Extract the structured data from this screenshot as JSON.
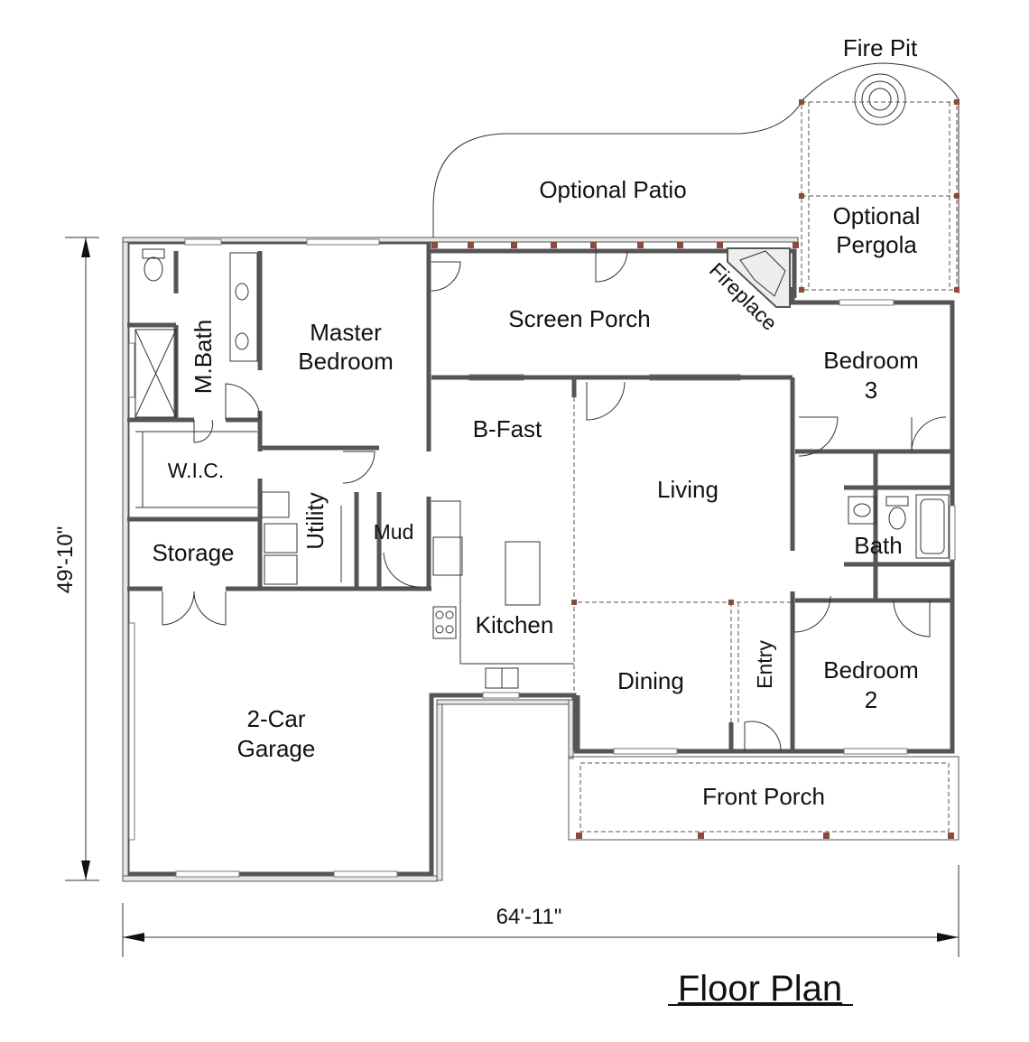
{
  "title": "Floor Plan",
  "dimensions": {
    "depth": "49'-10\"",
    "width": "64'-11\""
  },
  "rooms": {
    "fire_pit": "Fire Pit",
    "optional_patio": "Optional Patio",
    "optional_pergola_line1": "Optional",
    "optional_pergola_line2": "Pergola",
    "screen_porch": "Screen Porch",
    "fireplace": "Fireplace",
    "master_bedroom_line1": "Master",
    "master_bedroom_line2": "Bedroom",
    "master_bath": "M.Bath",
    "wic": "W.I.C.",
    "utility": "Utility",
    "mud": "Mud",
    "storage": "Storage",
    "bfast": "B-Fast",
    "kitchen": "Kitchen",
    "living": "Living",
    "bedroom3_line1": "Bedroom",
    "bedroom3_line2": "3",
    "bath": "Bath",
    "bedroom2_line1": "Bedroom",
    "bedroom2_line2": "2",
    "dining": "Dining",
    "entry": "Entry",
    "garage_line1": "2-Car",
    "garage_line2": "Garage",
    "front_porch": "Front Porch"
  },
  "colors": {
    "wall": "#555555",
    "post": "#8b4a3a"
  }
}
